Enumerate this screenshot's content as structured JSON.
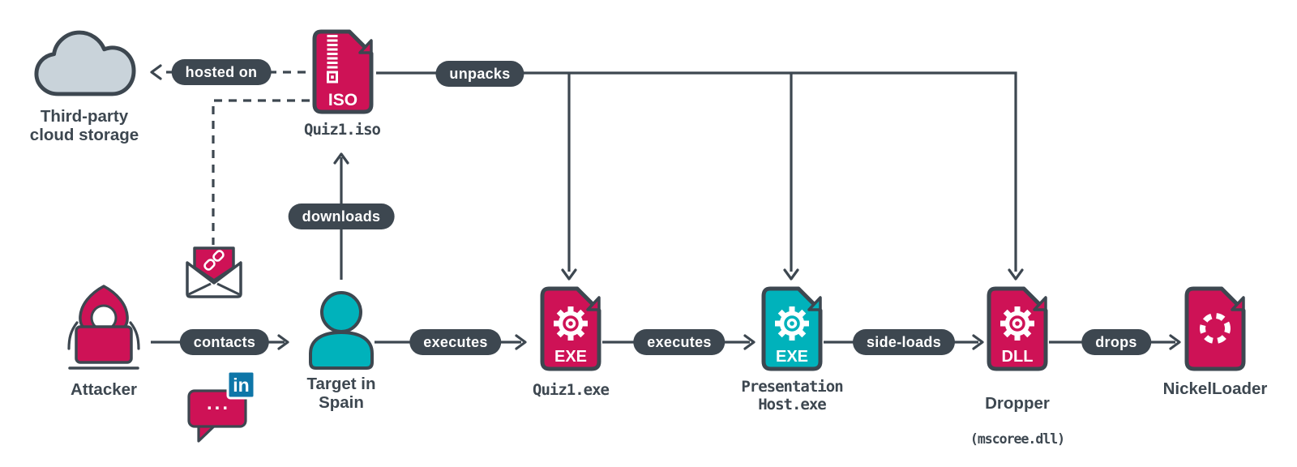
{
  "colors": {
    "accent_pink": "#ce1256",
    "accent_teal": "#00b2bb",
    "line_slate": "#3d4750",
    "cloud_gray": "#c9d3da",
    "linkedin_blue": "#0e76a8"
  },
  "nodes": {
    "cloud": {
      "label": "Third-party\ncloud storage"
    },
    "iso": {
      "badge": "ISO",
      "filename": "Quiz1.iso"
    },
    "attacker": {
      "label": "Attacker"
    },
    "target": {
      "label": "Target in\nSpain"
    },
    "quiz_exe": {
      "badge": "EXE",
      "filename": "Quiz1.exe"
    },
    "presentation_host": {
      "badge": "EXE",
      "filename": "Presentation\nHost.exe"
    },
    "dropper": {
      "badge": "DLL",
      "label": "Dropper",
      "filename": "(mscoree.dll)"
    },
    "nickelloader": {
      "label": "NickelLoader"
    },
    "chat": {
      "dots": "..."
    },
    "linkedin": {
      "label": "in"
    }
  },
  "edges": {
    "hosted_on": "hosted on",
    "unpacks": "unpacks",
    "downloads": "downloads",
    "contacts": "contacts",
    "executes_1": "executes",
    "executes_2": "executes",
    "side_loads": "side-loads",
    "drops": "drops"
  },
  "icons": {
    "cloud": "cloud-shape",
    "iso_file": "zip-archive-file",
    "exe_file": "gear-executable-file",
    "dll_file": "gear-library-file",
    "nickelloader_file": "loader-spinner-file",
    "attacker": "hooded-hacker-with-laptop",
    "email": "envelope-with-link",
    "chat": "speech-bubble-ellipsis",
    "linkedin": "linkedin-badge",
    "target": "person-silhouette"
  }
}
